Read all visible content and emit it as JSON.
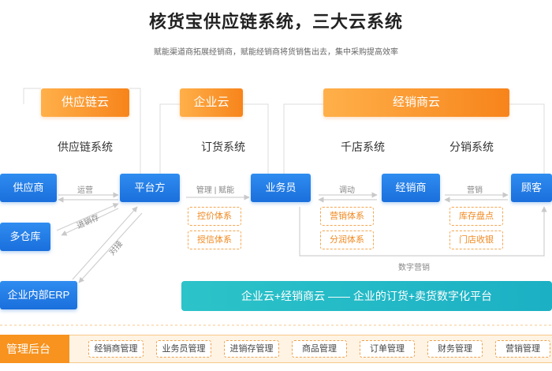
{
  "header": {
    "title": "核货宝供应链系统，三大云系统",
    "subtitle": "赋能渠道商拓展经销商，赋能经销商将货销售出去，集中采购提高效率"
  },
  "clouds": {
    "supply": {
      "title": "供应链云",
      "system": "供应链系统"
    },
    "enterprise": {
      "title": "企业云",
      "system": "订货系统"
    },
    "dealer": {
      "title": "经销商云",
      "system_a": "千店系统",
      "system_b": "分销系统"
    }
  },
  "nodes": {
    "supplier": "供应商",
    "warehouse": "多仓库",
    "erp": "企业内部ERP",
    "platform": "平台方",
    "salesman": "业务员",
    "dealer": "经销商",
    "customer": "顾客"
  },
  "arrows": {
    "operate": "运营",
    "manage_enable": "管理 | 赋能",
    "dispatch": "调动",
    "marketing": "营销",
    "inventory": "进销存",
    "connect": "对接",
    "digital_marketing": "数字营销"
  },
  "tags": {
    "enterprise": [
      "控价体系",
      "授信体系"
    ],
    "dealer_a": [
      "营销体系",
      "分润体系"
    ],
    "dealer_b": [
      "库存盘点",
      "门店收银"
    ]
  },
  "platform_bar": "企业云+经销商云 —— 企业的订货+卖货数字化平台",
  "admin": {
    "label": "管理后台",
    "items": [
      "经销商管理",
      "业务员管理",
      "进销存管理",
      "商品管理",
      "订单管理",
      "财务管理",
      "营销管理"
    ]
  },
  "colors": {
    "orange": "#f7841b",
    "blue": "#1a6fdc",
    "teal": "#1bb0c4"
  }
}
